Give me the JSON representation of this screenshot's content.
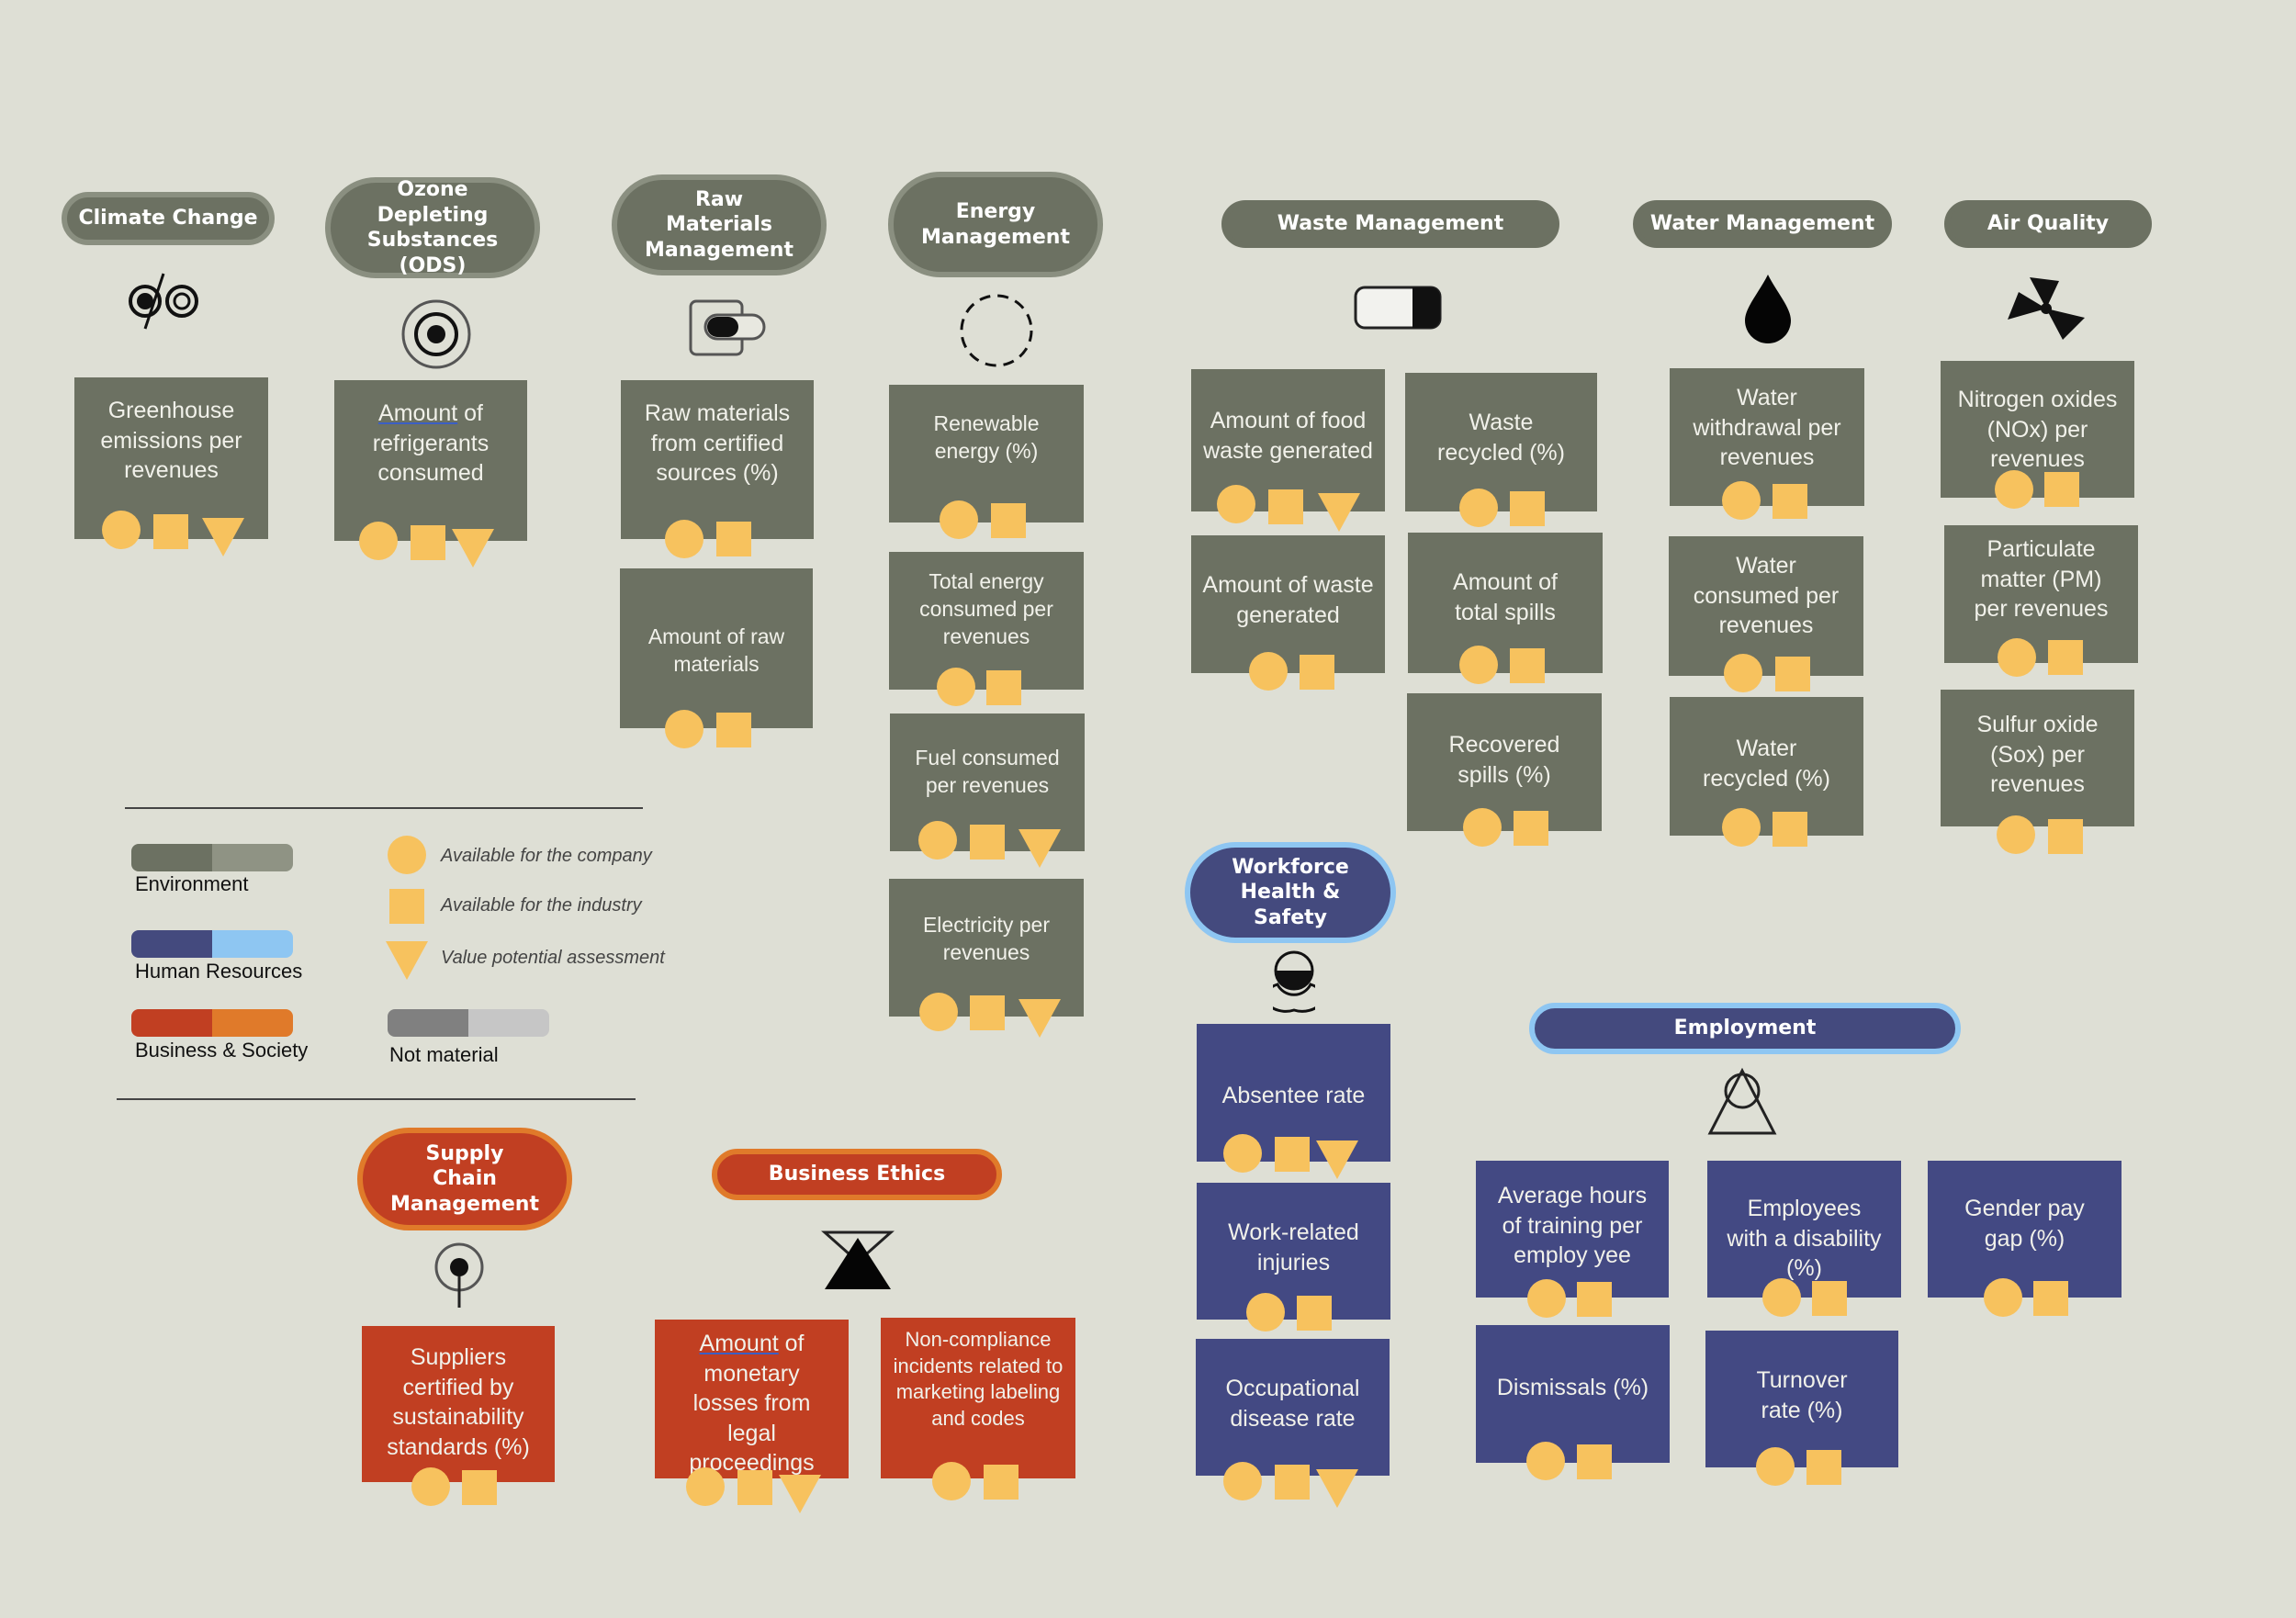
{
  "colors": {
    "environment": "#6c7162",
    "human_resources": "#434983",
    "business_society": "#c13f22",
    "marker": "#f7c25e"
  },
  "categories": {
    "climate": {
      "title": "Climate Change",
      "icon": "gears-icon"
    },
    "ozone": {
      "title": "Ozone Depleting Substances (ODS)",
      "icon": "target-icon"
    },
    "raw": {
      "title": "Raw Materials Management",
      "icon": "toggle-icon"
    },
    "energy": {
      "title": "Energy Management",
      "icon": "dashed-circle-icon"
    },
    "waste": {
      "title": "Waste Management",
      "icon": "battery-icon"
    },
    "water": {
      "title": "Water Management",
      "icon": "droplet-icon"
    },
    "air": {
      "title": "Air Quality",
      "icon": "fan-icon"
    },
    "workforce": {
      "title": "Workforce Health & Safety",
      "icon": "split-circle-icon"
    },
    "employment": {
      "title": "Employment",
      "icon": "person-triangle-icon"
    },
    "supply": {
      "title": "Supply Chain Management",
      "icon": "pin-icon"
    },
    "ethics": {
      "title": "Business Ethics",
      "icon": "hourglass-icon"
    }
  },
  "metrics": {
    "greenhouse": "Greenhouse emissions per revenues",
    "refrigerants_a": "Amount",
    "refrigerants_b": " of refrigerants consumed",
    "raw_certified": "Raw materials from certified sources (%)",
    "raw_amount": "Amount of raw materials",
    "renewable": "Renewable energy (%)",
    "total_energy": "Total energy consumed per revenues",
    "fuel": "Fuel consumed per revenues",
    "electricity": "Electricity per revenues",
    "food_waste": "Amount of food waste generated",
    "waste_recycled": "Waste recycled (%)",
    "waste_generated": "Amount of waste generated",
    "total_spills": "Amount of total spills",
    "recovered_spills": "Recovered spills (%)",
    "water_withdrawal": "Water withdrawal per revenues",
    "water_consumed": "Water consumed per revenues",
    "water_recycled": "Water recycled (%)",
    "nox": "Nitrogen oxides (NOx) per revenues",
    "pm": "Particulate matter (PM) per revenues",
    "sox": "Sulfur oxide (Sox) per revenues",
    "absentee": "Absentee rate",
    "injuries": "Work-related injuries",
    "disease": "Occupational disease rate",
    "training": "Average hours of training per employ yee",
    "disability": "Employees with a disability (%)",
    "gender_gap": "Gender pay gap (%)",
    "dismissals": "Dismissals (%)",
    "turnover": "Turnover rate (%)",
    "suppliers": "Suppliers certified by sustainability standards (%)",
    "legal_a": "Amount",
    "legal_b": " of monetary losses from legal proceedings",
    "noncompliance": "Non-compliance incidents related to marketing labeling and codes"
  },
  "legend": {
    "environment": "Environment",
    "human_resources": "Human Resources",
    "business_society": "Business & Society",
    "not_material": "Not material",
    "available_company": "Available for the company",
    "available_industry": "Available for the industry",
    "value_potential": "Value potential assessment"
  }
}
